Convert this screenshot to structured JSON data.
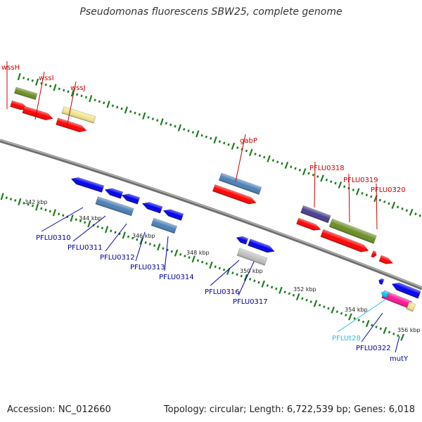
{
  "title": "Pseudomonas fluorescens SBW25, complete genome",
  "footer": {
    "accession": "Accession: NC_012660",
    "summary": "Topology: circular; Length: 6,722,539 bp; Genes: 6,018"
  },
  "kbp_labels": [
    "342 kbp",
    "344 kbp",
    "346 kbp",
    "348 kbp",
    "350 kbp",
    "352 kbp",
    "354 kbp",
    "356 kbp"
  ],
  "gene_labels": {
    "red": [
      "wssH",
      "wssI",
      "wssJ",
      "gabP",
      "PFLU0318",
      "PFLU0319",
      "PFLU0320"
    ],
    "blue": [
      "PFLU0310",
      "PFLU0311",
      "PFLU0312",
      "PFLU0313",
      "PFLU0314",
      "PFLU0316",
      "PFLU0317",
      "PFLU0322",
      "mutY"
    ],
    "cyan": [
      "PFLUt28"
    ]
  },
  "colors": {
    "backbone": "#808080",
    "tick": "#1e7d1e",
    "red_gene": "#ff0000",
    "blue_gene": "#0000ee",
    "steel_gene": "#4a80b8",
    "olive_gene": "#6b8e23",
    "khaki_gene": "#f0e68c",
    "purple_gene": "#483d8b",
    "silver_gene": "#c0c0c0",
    "pink_gene": "#ff1493",
    "cyan_gene": "#00c8ff",
    "red_label": "#cc0000",
    "blue_label": "#000099",
    "cyan_label": "#33bbee"
  }
}
